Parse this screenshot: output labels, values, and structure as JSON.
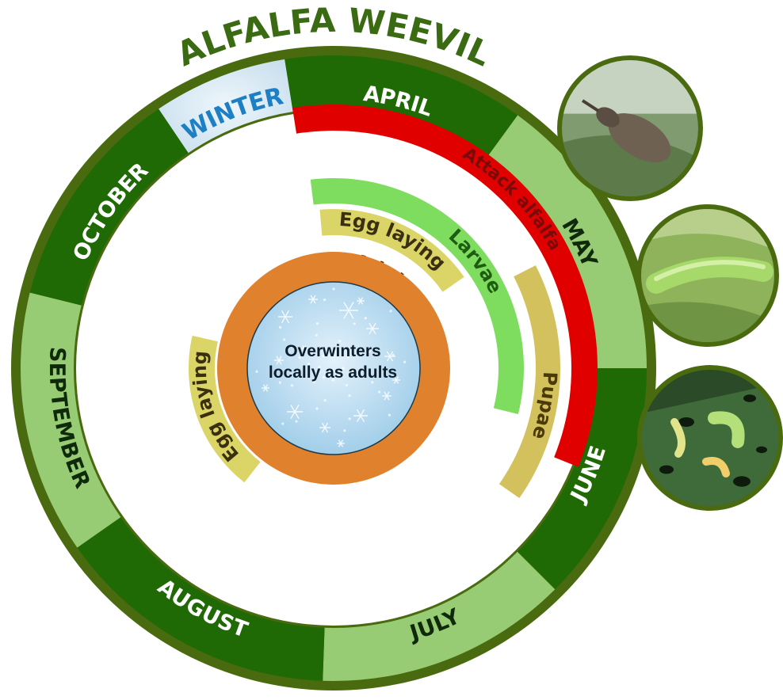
{
  "title": "ALFALFA WEEVIL",
  "center_text": [
    "Overwinters",
    "locally as adults"
  ],
  "months": [
    {
      "id": "winter",
      "label": "WINTER"
    },
    {
      "id": "april",
      "label": "APRIL"
    },
    {
      "id": "may",
      "label": "MAY"
    },
    {
      "id": "june",
      "label": "JUNE"
    },
    {
      "id": "july",
      "label": "JULY"
    },
    {
      "id": "august",
      "label": "AUGUST"
    },
    {
      "id": "september",
      "label": "SEPTEMBER"
    },
    {
      "id": "october",
      "label": "OCTOBER"
    }
  ],
  "stages": [
    {
      "id": "attack",
      "label": "Attack alfalfa"
    },
    {
      "id": "larvae",
      "label": "Larvae"
    },
    {
      "id": "pupae",
      "label": "Pupae"
    },
    {
      "id": "egg-spring",
      "label": "Egg laying"
    },
    {
      "id": "adults",
      "label": "Adults"
    },
    {
      "id": "egg-fall",
      "label": "Egg laying"
    }
  ],
  "photos": [
    {
      "id": "adult-weevil-photo",
      "depicts": "adult weevil on leaf"
    },
    {
      "id": "larva-photo",
      "depicts": "green larva on leaf"
    },
    {
      "id": "leaf-damage-photo",
      "depicts": "larvae on damaged leaf"
    }
  ],
  "colors": {
    "title": "#3a6a12",
    "ring_border": "#4a6a10",
    "month_dark": "#1f6a05",
    "month_light": "#97cc74",
    "winter_bg": "#d4e8f4",
    "winter_text": "#1d7fc4",
    "attack": "#e00000",
    "larvae": "#7edd5e",
    "pupae": "#d3c15e",
    "egg": "#dbd567",
    "adults": "#e0812e",
    "center": "#c6e1f1"
  }
}
